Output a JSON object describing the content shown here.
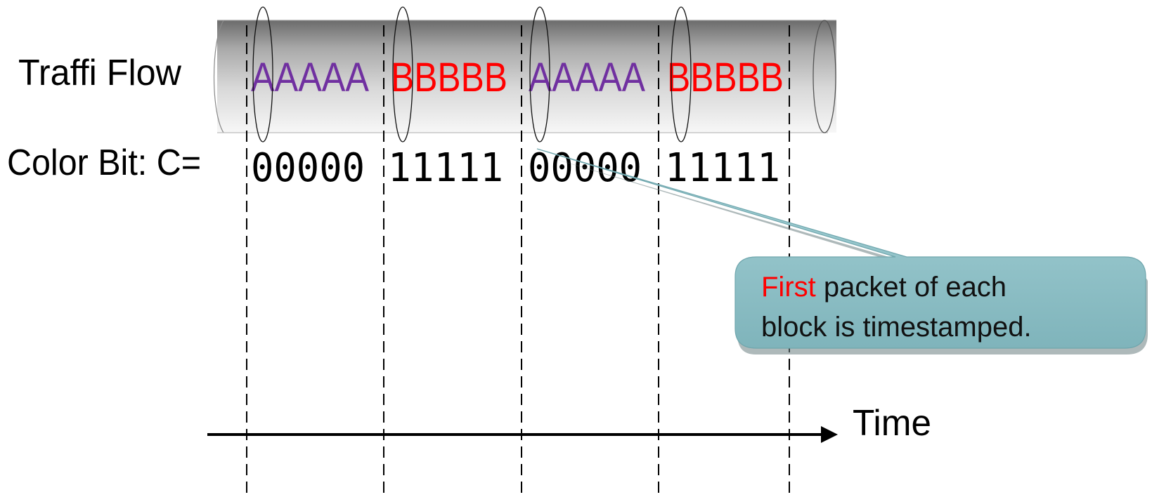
{
  "labels": {
    "traffic_flow": "Traffi Flow",
    "color_bit": "Color Bit: C=",
    "time": "Time"
  },
  "blocks": [
    {
      "letters": "AAAAA",
      "bits": "00000",
      "color": "#7030a0"
    },
    {
      "letters": "BBBBB",
      "bits": "11111",
      "color": "#ff0000"
    },
    {
      "letters": "AAAAA",
      "bits": "00000",
      "color": "#7030a0"
    },
    {
      "letters": "BBBBB",
      "bits": "11111",
      "color": "#ff0000"
    }
  ],
  "callout": {
    "highlight": "First",
    "highlight_color": "#ff0000",
    "line1_rest": " packet of each",
    "line2": "block is timestamped.",
    "fill_color": "#8fc3c9"
  }
}
